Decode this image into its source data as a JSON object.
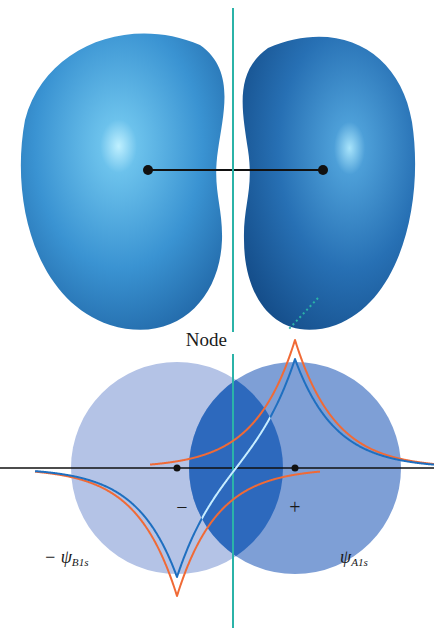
{
  "diagram": {
    "labels": [
      "Node",
      "−",
      "+",
      "− ψB1s",
      "ψA1s"
    ]
  }
}
